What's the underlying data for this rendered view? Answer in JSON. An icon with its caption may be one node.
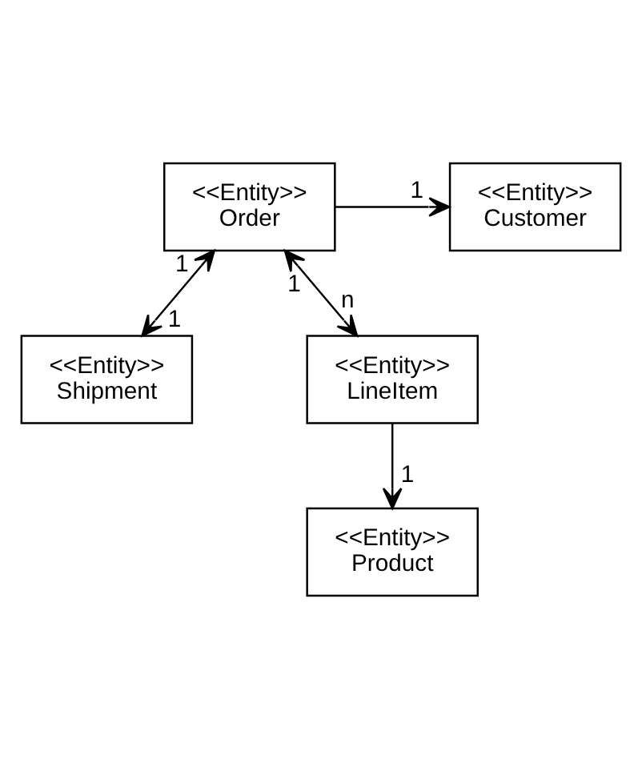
{
  "diagram": {
    "nodes": [
      {
        "text": [
          "<<Entity>>",
          "Order"
        ]
      },
      {
        "text": [
          "<<Entity>>",
          "Customer"
        ]
      },
      {
        "text": [
          "<<Entity>>",
          "Shipment"
        ]
      },
      {
        "text": [
          "<<Entity>>",
          "LineItem"
        ]
      },
      {
        "text": [
          "<<Entity>>",
          "Product"
        ]
      }
    ],
    "edges": [
      {
        "from": 0,
        "to": 1,
        "arrow": "to",
        "label": "1"
      },
      {
        "from": 0,
        "to": 2,
        "arrow": "both",
        "label": "1"
      },
      {
        "from": 0,
        "to": 3,
        "arrow": "both",
        "label": "n"
      },
      {
        "from": 3,
        "to": 4,
        "arrow": "to",
        "label": "1"
      }
    ],
    "labels": [
      "1",
      "1"
    ]
  }
}
